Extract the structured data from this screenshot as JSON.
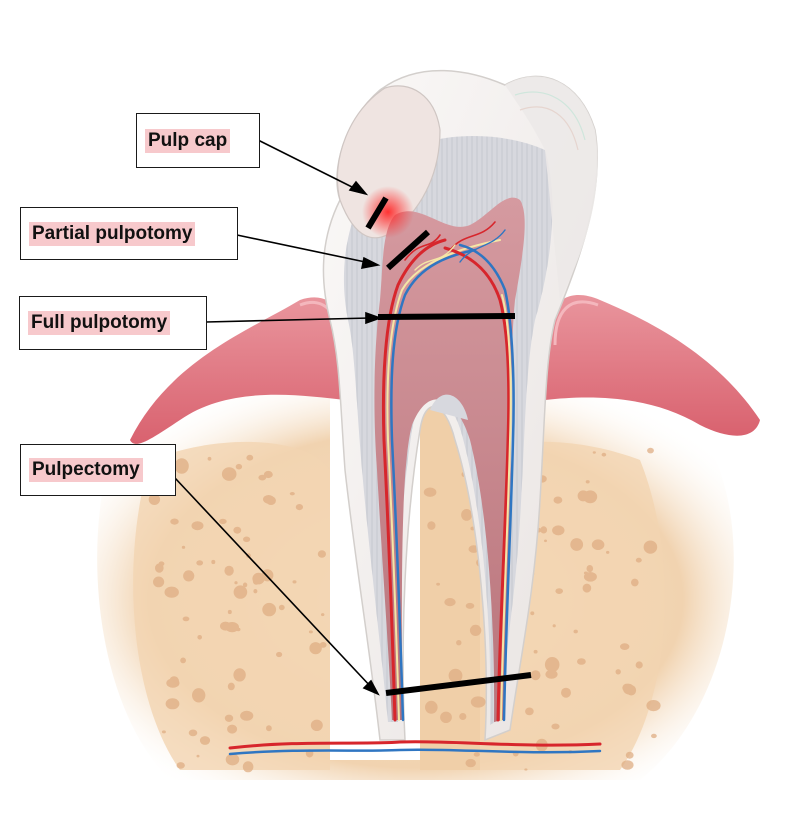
{
  "labels": {
    "pulp_cap": "Pulp cap",
    "partial_pulpotomy": "Partial pulpotomy",
    "full_pulpotomy": "Full pulpotomy",
    "pulpectomy": "Pulpectomy"
  },
  "colors": {
    "label_highlight": "#f7c9cc",
    "gum": "#e07b86",
    "gum_dark": "#c94f5e",
    "bone": "#f3d7b4",
    "bone_spot": "#dfae84",
    "enamel": "#f2efee",
    "dentin": "#d9d9dd",
    "pulp": "#c7868c",
    "artery": "#d7262c",
    "vein": "#2f76c2",
    "nerve": "#f4e6a6",
    "inflammation": "#ff3b3b",
    "cut_line": "#000000"
  },
  "icons": {
    "tooth": "tooth-cross-section-icon"
  }
}
